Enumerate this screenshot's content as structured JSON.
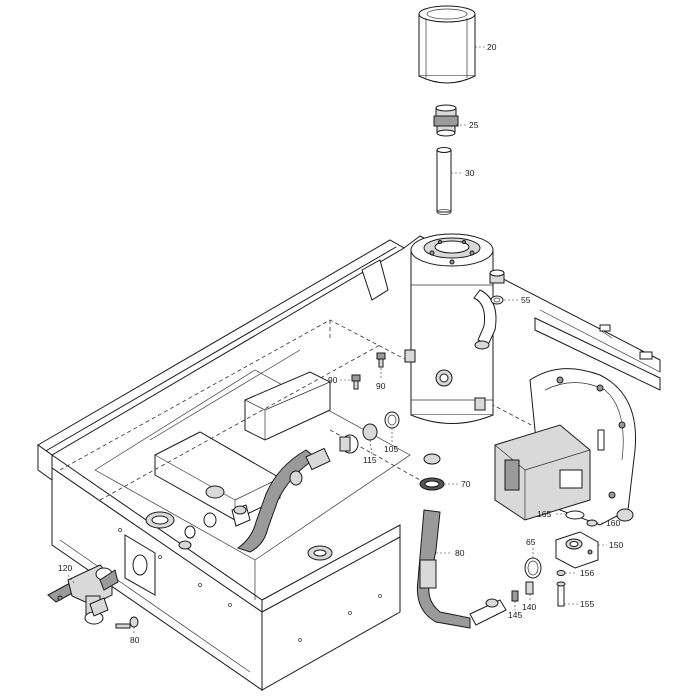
{
  "callouts": {
    "c20": "20",
    "c25": "25",
    "c30": "30",
    "c55": "55",
    "c90a": "90",
    "c90b": "90",
    "c105": "105",
    "c115": "115",
    "c70": "70",
    "c80a": "80",
    "c80b": "80",
    "c65": "65",
    "c150": "150",
    "c160": "160",
    "c165": "165",
    "c156": "156",
    "c155": "155",
    "c140": "140",
    "c145": "145",
    "c120": "120"
  },
  "colors": {
    "line": "#1a1a1a",
    "part_light": "#d9d9d9",
    "part_dark": "#9a9a9a"
  }
}
